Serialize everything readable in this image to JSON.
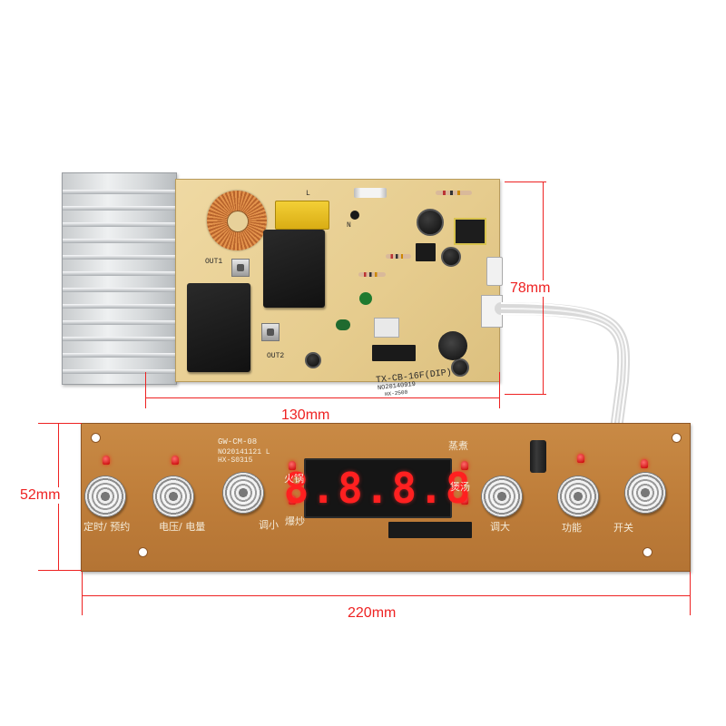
{
  "dimensions": {
    "top_width": "130mm",
    "top_height": "78mm",
    "bottom_width": "220mm",
    "bottom_height": "52mm",
    "line_color": "#e22222"
  },
  "top_board": {
    "model": "TX-CB-16F(DIP)",
    "date_code": "NO20140919",
    "sub_code": "HX-2500",
    "out1": "OUT1",
    "out2": "OUT2",
    "silk_n": "N",
    "silk_l": "L"
  },
  "control_board": {
    "model": "GW-CM-08",
    "date_code": "NO20141121 L",
    "sub_code": "HX-S0315",
    "display_value": "8.8.8.8",
    "labels": {
      "timer_reserve": "定时/ 预约",
      "voltage_power": "电压/ 电量",
      "hotpot": "火锅",
      "decrease": "调小",
      "stir_fry": "爆炒",
      "steam": "蒸煮",
      "soup": "煲汤",
      "increase": "调大",
      "function": "功能",
      "power_switch": "开关"
    }
  }
}
